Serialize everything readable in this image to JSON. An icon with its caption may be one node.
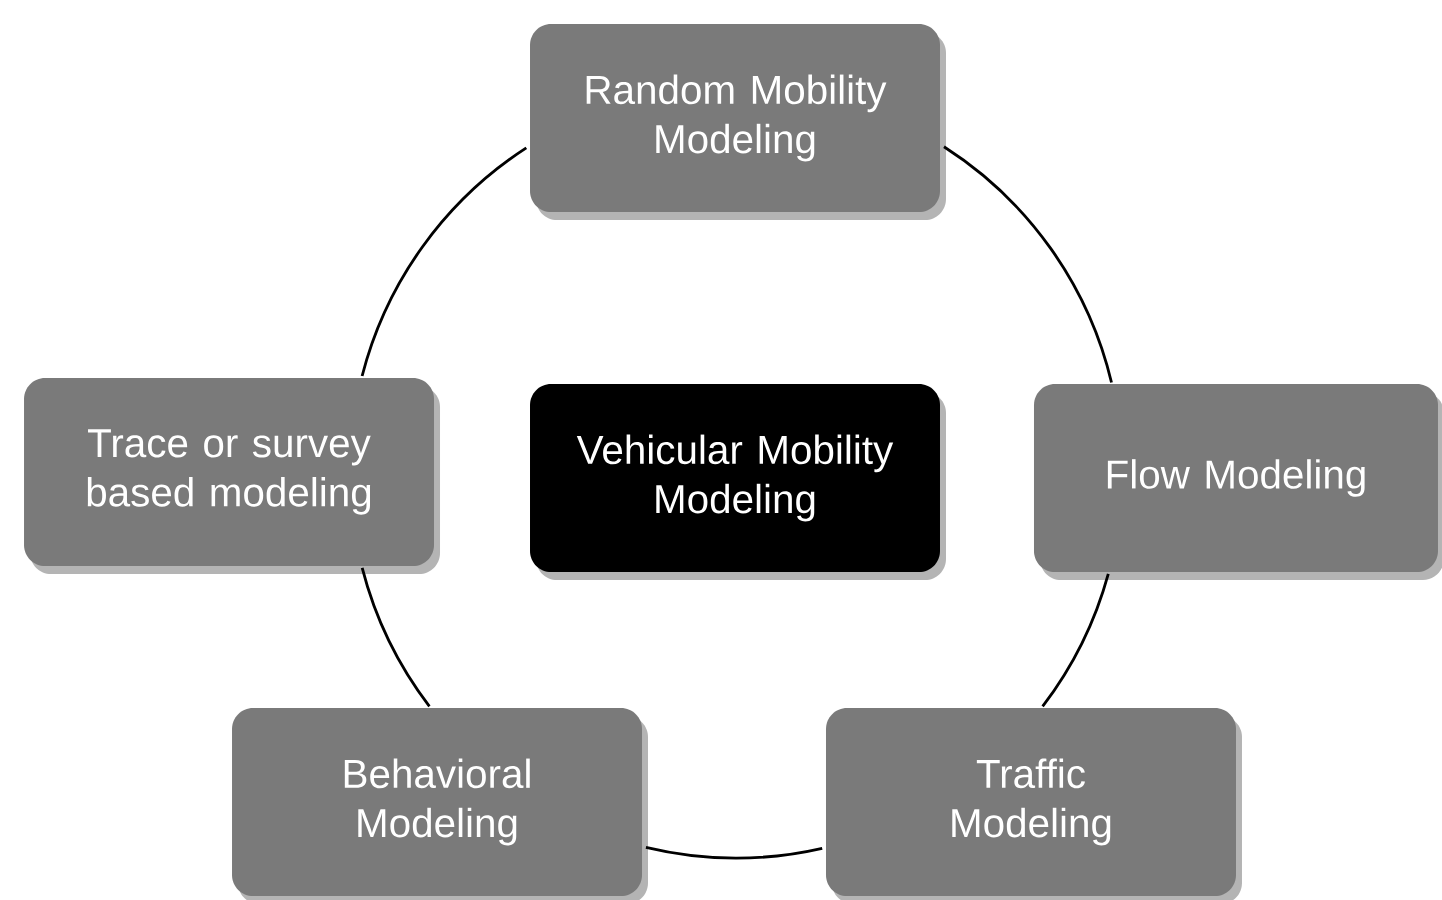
{
  "diagram": {
    "nodes": [
      {
        "text": [
          "Random Mobility Modeling"
        ]
      },
      {
        "text": [
          "Trace or survey based modeling"
        ]
      },
      {
        "text": [
          "Vehicular Mobility Modeling"
        ]
      },
      {
        "text": [
          "Flow Modeling"
        ]
      },
      {
        "text": [
          "Behavioral Modeling"
        ]
      },
      {
        "text": [
          "Traffic Modeling"
        ]
      }
    ],
    "edges": [
      {
        "from": 0,
        "to": 3,
        "arrow": "none"
      },
      {
        "from": 3,
        "to": 5,
        "arrow": "none"
      },
      {
        "from": 5,
        "to": 4,
        "arrow": "none"
      },
      {
        "from": 4,
        "to": 1,
        "arrow": "none"
      },
      {
        "from": 1,
        "to": 0,
        "arrow": "none"
      }
    ]
  }
}
